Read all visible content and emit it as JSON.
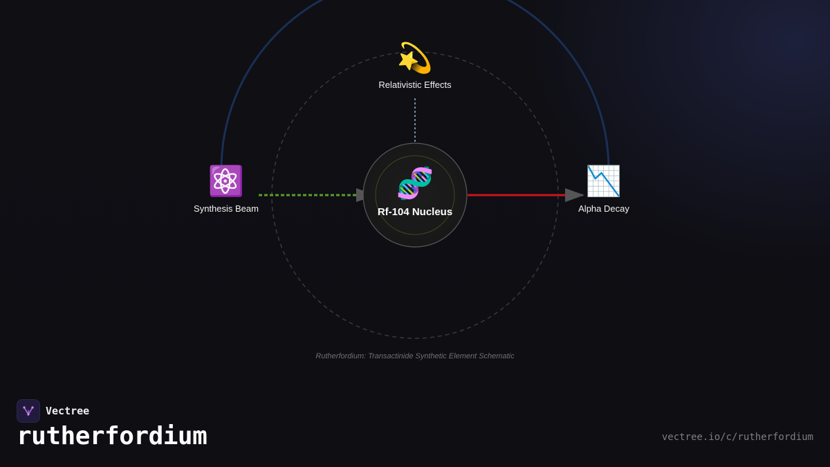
{
  "diagram": {
    "hub": {
      "label": "Rf-104 Nucleus",
      "icon": "dna-icon"
    },
    "nodes": {
      "top": {
        "label": "Relativistic Effects",
        "icon": "dizzy-star-icon",
        "glyph": "💫"
      },
      "left": {
        "label": "Synthesis Beam",
        "icon": "atom-icon",
        "glyph": "⚛️"
      },
      "right": {
        "label": "Alpha Decay",
        "icon": "chart-decreasing-icon",
        "glyph": "📉"
      }
    },
    "hub_glyph": "🧬",
    "caption": "Rutherfordium: Transactinide Synthetic Element Schematic",
    "colors": {
      "synthesis_link": "#5a9e2a",
      "decay_link": "#c8141a",
      "relativistic_link": "#8fa8cc",
      "outer_arc": "#1a2f55"
    }
  },
  "brand": {
    "name": "Vectree",
    "title": "rutherfordium",
    "url": "vectree.io/c/rutherfordium"
  }
}
